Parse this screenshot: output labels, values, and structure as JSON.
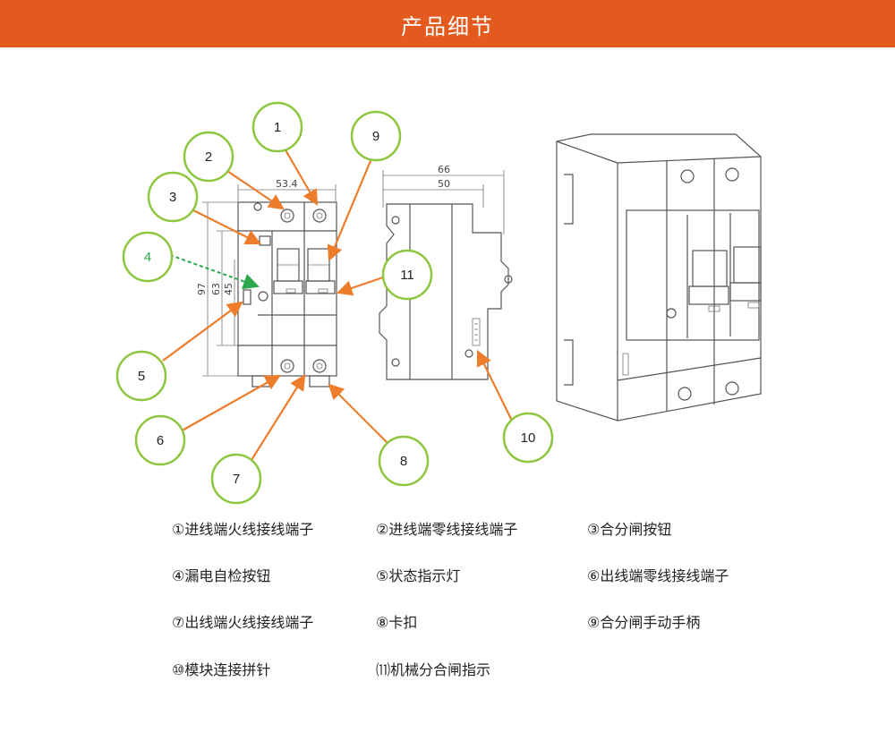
{
  "banner": {
    "title": "产品细节",
    "color": "#e35a1e"
  },
  "dimensions": {
    "front_width": "53.4",
    "side_width_total": "66",
    "side_width_inner": "50",
    "height_total": "97",
    "height_mid": "63",
    "height_small": "45"
  },
  "callouts": [
    "1",
    "2",
    "3",
    "4",
    "5",
    "6",
    "7",
    "8",
    "9",
    "10",
    "11"
  ],
  "colors": {
    "callout_ring": "#8dc63f",
    "arrow": "#ee7d2b",
    "test_arrow": "#2aa84a"
  },
  "legend": [
    "①进线端火线接线端子",
    "②进线端零线接线端子",
    "③合分闸按钮",
    "④漏电自检按钮",
    "⑤状态指示灯",
    "⑥出线端零线接线端子",
    "⑦出线端火线接线端子",
    "⑧卡扣",
    "⑨合分闸手动手柄",
    "⑩模块连接拼针",
    "⑾机械分合闸指示"
  ]
}
